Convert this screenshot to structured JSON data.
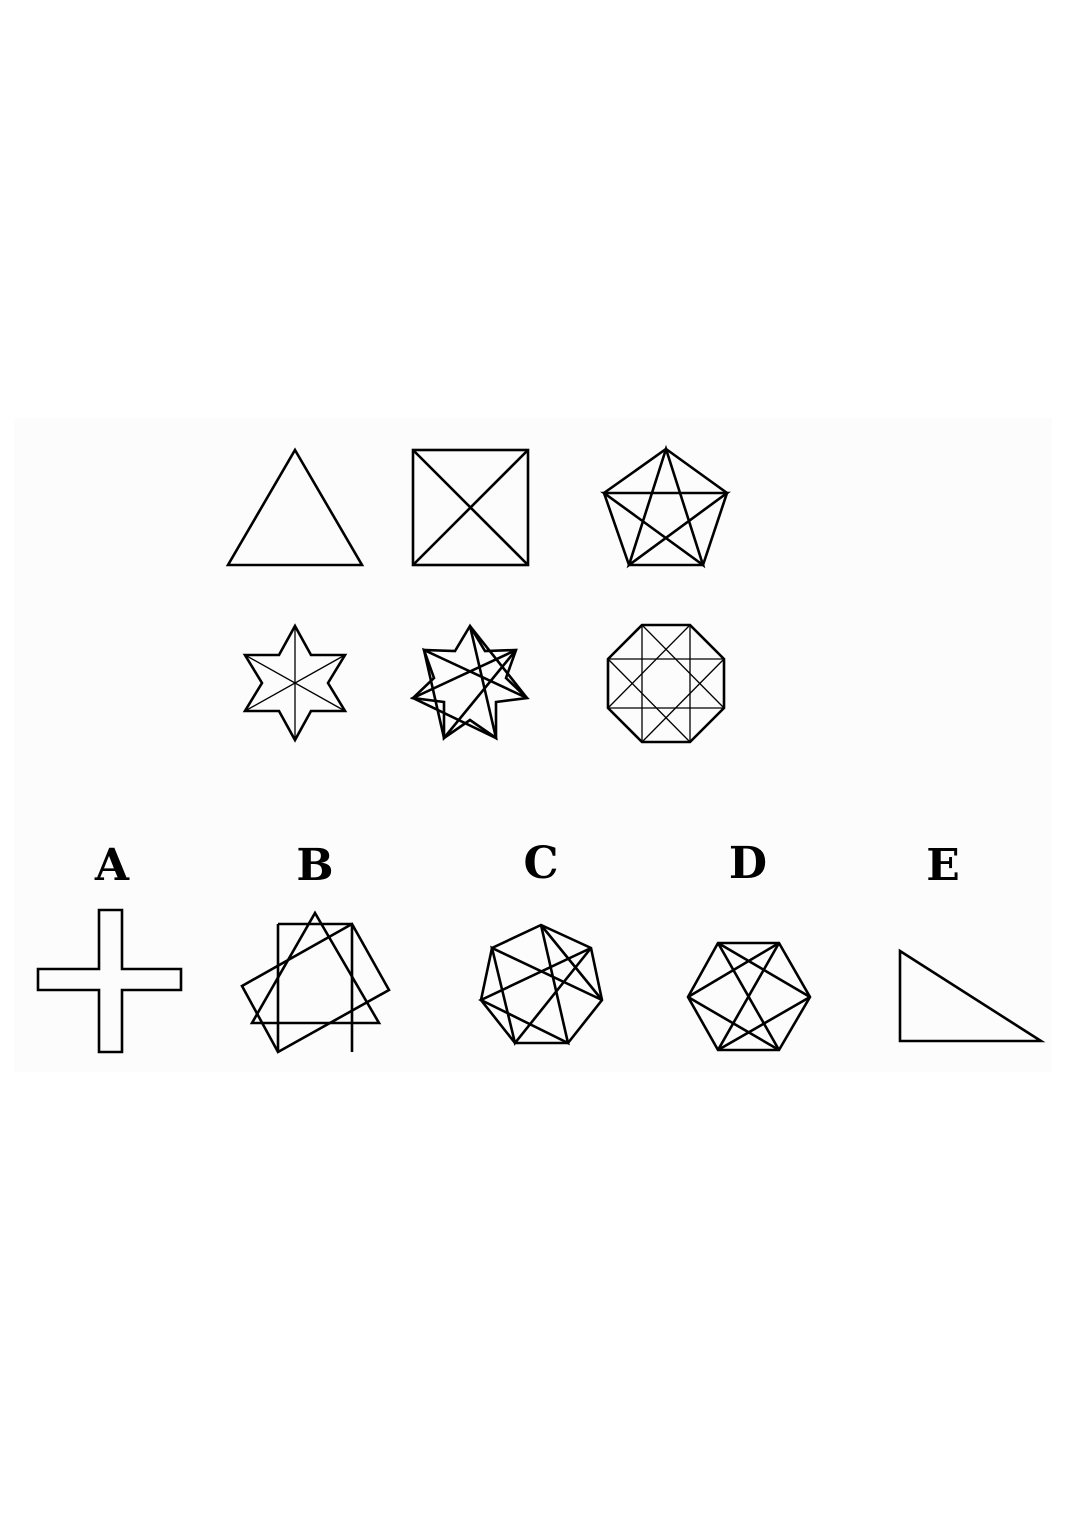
{
  "puzzle": {
    "sequence": [
      {
        "id": "triangle-with-diagonals",
        "icon": "triangle-icon"
      },
      {
        "id": "square-with-diagonals",
        "icon": "square-x-icon"
      },
      {
        "id": "pentagon-with-diagonals",
        "icon": "pentagon-star-icon"
      },
      {
        "id": "hexagram-with-diagonals",
        "icon": "six-point-star-icon"
      },
      {
        "id": "heptagram-with-diagonals",
        "icon": "seven-point-star-icon"
      },
      {
        "id": "octagon-with-diagonals",
        "icon": "octagon-diagonals-icon"
      }
    ],
    "options": [
      {
        "label": "A",
        "icon": "cross-icon"
      },
      {
        "label": "B",
        "icon": "octagram-icon"
      },
      {
        "label": "C",
        "icon": "heptagon-diagonals-icon"
      },
      {
        "label": "D",
        "icon": "hexagon-diagonals-icon"
      },
      {
        "label": "E",
        "icon": "right-triangle-icon"
      }
    ]
  }
}
